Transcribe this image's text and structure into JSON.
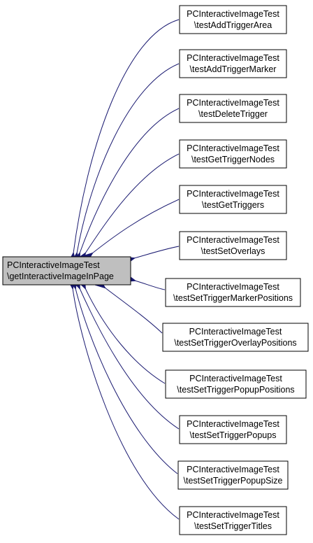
{
  "diagram": {
    "type": "caller-graph",
    "colors": {
      "edge": "#191970",
      "node_border": "#000000",
      "node_fill": "#ffffff",
      "focus_fill": "#bfbfbf"
    },
    "focus_node": {
      "line1": "PCInteractiveImageTest",
      "line2": "\\getInteractiveImageInPage"
    },
    "nodes": [
      {
        "line1": "PCInteractiveImageTest",
        "line2": "\\testAddTriggerArea"
      },
      {
        "line1": "PCInteractiveImageTest",
        "line2": "\\testAddTriggerMarker"
      },
      {
        "line1": "PCInteractiveImageTest",
        "line2": "\\testDeleteTrigger"
      },
      {
        "line1": "PCInteractiveImageTest",
        "line2": "\\testGetTriggerNodes"
      },
      {
        "line1": "PCInteractiveImageTest",
        "line2": "\\testGetTriggers"
      },
      {
        "line1": "PCInteractiveImageTest",
        "line2": "\\testSetOverlays"
      },
      {
        "line1": "PCInteractiveImageTest",
        "line2": "\\testSetTriggerMarkerPositions"
      },
      {
        "line1": "PCInteractiveImageTest",
        "line2": "\\testSetTriggerOverlayPositions"
      },
      {
        "line1": "PCInteractiveImageTest",
        "line2": "\\testSetTriggerPopupPositions"
      },
      {
        "line1": "PCInteractiveImageTest",
        "line2": "\\testSetTriggerPopups"
      },
      {
        "line1": "PCInteractiveImageTest",
        "line2": "\\testSetTriggerPopupSize"
      },
      {
        "line1": "PCInteractiveImageTest",
        "line2": "\\testSetTriggerTitles"
      }
    ]
  }
}
